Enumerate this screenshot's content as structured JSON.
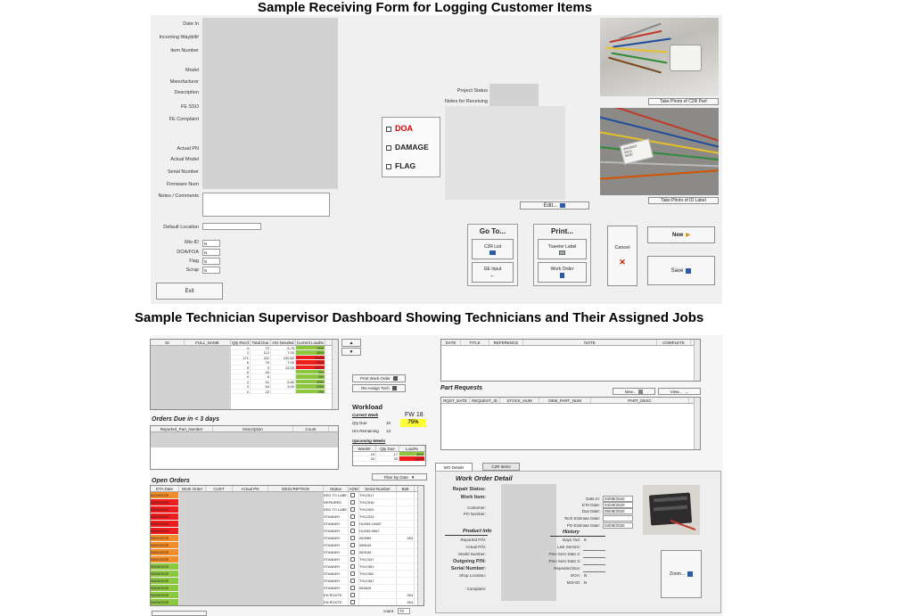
{
  "form": {
    "title": "Sample Receiving Form for Logging Customer Items",
    "labels": [
      "Date In",
      "Incoming Waybill#",
      "Item Number",
      "Model",
      "Manufacturer",
      "Description",
      "FE SSO",
      "FE Complaint",
      "Actual PN",
      "Actual Model",
      "Serial Number",
      "Firmware Num"
    ],
    "notes_comments": "Notes / Comments",
    "default_location": "Default Location",
    "flags": [
      {
        "label": "Mis-ID",
        "value": "N"
      },
      {
        "label": "DOA/FOA",
        "value": "N"
      },
      {
        "label": "Flag",
        "value": "N"
      },
      {
        "label": "Scrap",
        "value": "N"
      }
    ],
    "exit": "Exit",
    "project_status": "Project Status",
    "notes_receiving": "Notes for Receiving",
    "options": {
      "doa": "DOA",
      "damage": "DAMAGE",
      "flag": "FLAG"
    },
    "edit": "Edit...",
    "photo1": "Take Photo of C2R Part",
    "photo2": "Take Photo of ID Label",
    "goto": {
      "title": "Go To...",
      "c2r": "C2R List",
      "ge": "GE Input"
    },
    "print": {
      "title": "Print...",
      "traveler": "Traveler Label",
      "wo": "Work Order"
    },
    "cancel": "Cancel",
    "new": "New",
    "save": "Save",
    "label_text": "40418823\n00111\n09/40",
    "colors": {
      "doa": "#e00000",
      "x": "#cc2200",
      "accent": "#2a5ca8"
    }
  },
  "dash": {
    "title": "Sample Technician Supervisor Dashboard Showing Technicians and Their Assigned Jobs",
    "tech_grid": {
      "headers": [
        "ID",
        "FULL_NAME",
        "Qty Recd",
        "Total Due",
        "Hrs Needed",
        "Current Load%"
      ],
      "rows": [
        [
          "",
          "",
          "4",
          "72",
          "5.75",
          "75%"
        ],
        [
          "",
          "",
          "2",
          "112",
          "7.00",
          "26%"
        ],
        [
          "",
          "",
          "171",
          "311",
          "100.50",
          "100%"
        ],
        [
          "",
          "",
          "6",
          "76",
          "7.00",
          "24%"
        ],
        [
          "",
          "",
          "9",
          "3",
          "12.00",
          "100%"
        ],
        [
          "",
          "",
          "0",
          "49",
          "",
          "0%"
        ],
        [
          "",
          "",
          "0",
          "6",
          "",
          "0%"
        ],
        [
          "",
          "",
          "2",
          "91",
          "5.50",
          "25%"
        ],
        [
          "",
          "",
          "3",
          "54",
          "3.00",
          "23%"
        ],
        [
          "",
          "",
          "0",
          "22",
          "",
          "0%"
        ]
      ],
      "load_colors": [
        "#8dc63f",
        "#8dc63f",
        "#ee1c1c",
        "#ee1c1c",
        "#ee1c1c",
        "#8dc63f",
        "#8dc63f",
        "#8dc63f",
        "#8dc63f",
        "#8dc63f"
      ]
    },
    "print_wo": "Print Work Order",
    "reassign": "Re-Assign Tech",
    "workload": "Workload",
    "current_week": "Current Week",
    "fw": "FW 18",
    "qty_due_label": "Qty Due",
    "qty_due": "10",
    "load_pct": "75%",
    "hrs_label": "Hrs Remaining",
    "hrs": "13",
    "upcoming": "Upcoming Weeks",
    "up_headers": [
      "Week#",
      "Qty Due",
      "Load%"
    ],
    "up_rows": [
      [
        "19",
        "17",
        "46%"
      ],
      [
        "20",
        "33",
        "100%"
      ]
    ],
    "filter": "Filter By Date",
    "orders_due": "Orders Due in < 3 days",
    "due_headers": [
      "Reported_Part_Number",
      "Description",
      "Count"
    ],
    "open_orders": "Open Orders",
    "open_headers": [
      "ETA Date",
      "Work Order",
      "CUST",
      "Actual PN",
      "DESCRIPTION",
      "Status",
      "ADM",
      "Serial Number",
      "Batt"
    ],
    "open_rows": [
      [
        "04/29/2020",
        "EED TO LABE",
        "TH12517",
        ""
      ],
      [
        "05/04/2020",
        "REPAIRED",
        "TH12516",
        ""
      ],
      [
        "05/04/2020",
        "EED TO LABE",
        "TH12520",
        ""
      ],
      [
        "05/04/2020",
        "STANDBY",
        "TH12324",
        ""
      ],
      [
        "05/04/2020",
        "STANDBY",
        "HU039-10687",
        ""
      ],
      [
        "05/04/2020",
        "STANDBY",
        "HU039-9587",
        ""
      ],
      [
        "05/01/2020",
        "STANDBY",
        "083969",
        "263"
      ],
      [
        "05/01/2020",
        "STANDBY",
        "086049",
        ""
      ],
      [
        "05/01/2020",
        "STANDBY",
        "083189",
        ""
      ],
      [
        "05/01/2020",
        "STANDBY",
        "TH12347",
        ""
      ],
      [
        "05/05/2020",
        "STANDBY",
        "TH12361",
        ""
      ],
      [
        "05/05/2020",
        "STANDBY",
        "TH12362",
        ""
      ],
      [
        "05/05/2020",
        "STANDBY",
        "TH12367",
        ""
      ],
      [
        "05/05/2020",
        "STANDBY",
        "083626",
        ""
      ],
      [
        "05/05/2020",
        "EN ROUTE",
        "",
        "264"
      ],
      [
        "05/05/2020",
        "EN ROUTE",
        "",
        "264"
      ]
    ],
    "open_colors": [
      "#f28c28",
      "#ee1c1c",
      "#ee1c1c",
      "#ee1c1c",
      "#ee1c1c",
      "#ee1c1c",
      "#f28c28",
      "#f28c28",
      "#f28c28",
      "#f28c28",
      "#8dc63f",
      "#8dc63f",
      "#8dc63f",
      "#8dc63f",
      "#8dc63f",
      "#8dc63f"
    ],
    "count_label": "count",
    "count": "72",
    "notes_headers": [
      "DATE",
      "TITLE",
      "REFERENCE",
      "NOTE",
      "COMPLETE"
    ],
    "part_requests": "Part Requests",
    "new": "New...",
    "view": "View...",
    "pr_headers": [
      "RQST_DATE",
      "REQUEST_ID",
      "STOCK_NUM",
      "OEM_PART_NUM",
      "PART_DESC"
    ],
    "tabs": [
      "WO Details",
      "C2R Items"
    ],
    "wo_detail": "Work Order Detail",
    "left_labels": [
      "Repair Status:",
      "Work Item:",
      "Customer:",
      "PO Number:"
    ],
    "product_info": "Product Info",
    "prod_labels": [
      "Reported P/N:",
      "Actual P/N:",
      "Model Number:",
      "Outgoing P/N:",
      "Serial Number:",
      "Shop Location:",
      "Complaint:"
    ],
    "date_labels": [
      "Date In:",
      "ETA Date:",
      "Due Date:",
      "Tech Estimate Date:",
      "PO Estimate Date:"
    ],
    "date_values": [
      "04/08/2020",
      "04/29/2020",
      "05/08/2020",
      "",
      "04/08/2020"
    ],
    "history": "History",
    "hist_labels": [
      "Days Out:",
      "Last Service:",
      "Prev Serv Date 2:",
      "Prev Serv Date 3:",
      "Repeated Box:",
      "DOA:",
      "MIS-ID:"
    ],
    "hist_values": [
      "0",
      "",
      "",
      "",
      "",
      "N",
      "N"
    ],
    "zoom": "Zoom..."
  }
}
